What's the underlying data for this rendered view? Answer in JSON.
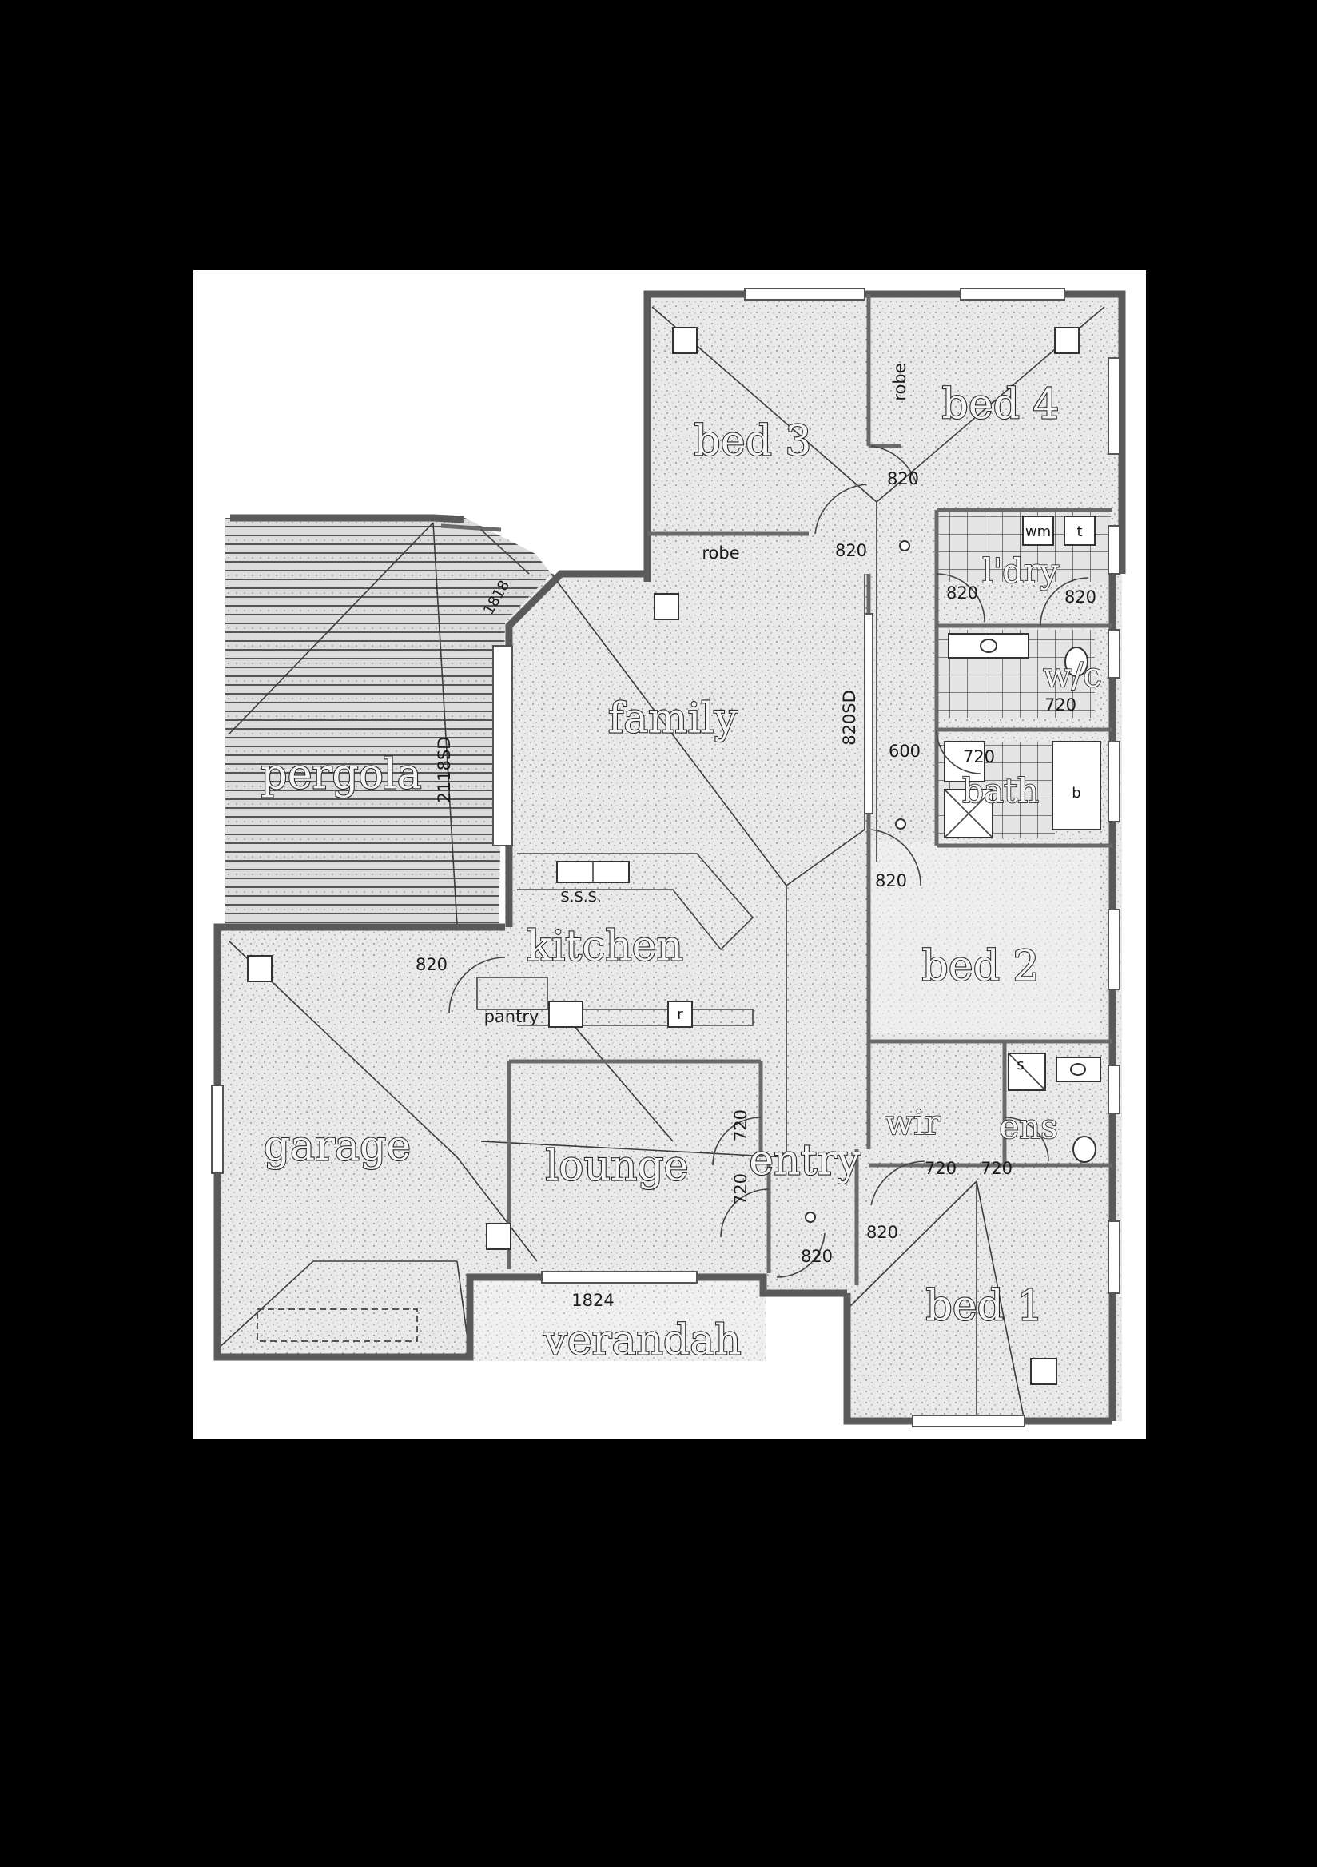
{
  "rooms": {
    "bed3": "bed 3",
    "bed4": "bed 4",
    "robe_bed4": "robe",
    "robe_bed3": "robe",
    "laundry": "l'dry",
    "wc": "w/c",
    "bath": "bath",
    "family": "family",
    "pergola": "pergola",
    "kitchen": "kitchen",
    "pantry": "pantry",
    "garage": "garage",
    "lounge": "lounge",
    "entry": "entry",
    "bed2": "bed 2",
    "wir": "wir",
    "ens": "ens",
    "bed1": "bed 1",
    "verandah": "verandah"
  },
  "dimensions": {
    "d_bed3_door": "820",
    "d_bed4_door": "820",
    "d_hall_door": "820",
    "d_ldry_left": "820",
    "d_ldry_right": "820",
    "d_wc": "720",
    "d_hall_600": "600",
    "d_bath": "720",
    "d_bed2_door": "820",
    "d_family_sd": "820SD",
    "d_pergola_sd": "2118SD",
    "d_pergola_door": "1818",
    "d_garage_door": "820",
    "d_lounge_a": "720",
    "d_lounge_b": "720",
    "d_wir": "720",
    "d_ens": "720",
    "d_bed1_door": "820",
    "d_entry_door": "820",
    "d_verandah_window": "1824"
  },
  "fixtures": {
    "laundry_wm": "wm",
    "laundry_tub": "t",
    "bath_b": "b",
    "ens_shower": "s",
    "kitchen_sink": "S.S.S.",
    "fridge": "r"
  },
  "colors": {
    "background": "#000000",
    "sheet": "#ffffff",
    "wall": "#5a5a5a",
    "floor_speckle": "#c8c8c8"
  }
}
